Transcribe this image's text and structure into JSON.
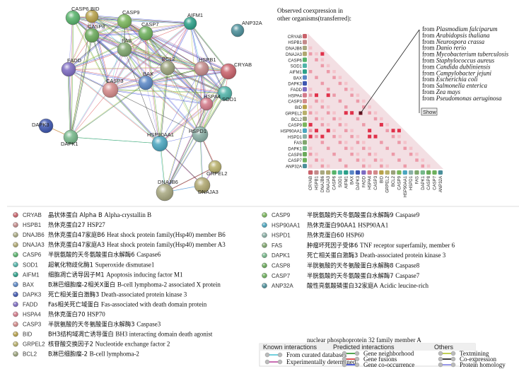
{
  "network": {
    "nodes": [
      {
        "id": "CASP6",
        "color": "#57b36a"
      },
      {
        "id": "BID",
        "color": "#b8a24a"
      },
      {
        "id": "CASP9",
        "color": "#7ab65b"
      },
      {
        "id": "AIFM1",
        "color": "#2aa088"
      },
      {
        "id": "CASP8",
        "color": "#6aaa5a"
      },
      {
        "id": "CASP7",
        "color": "#6db05c"
      },
      {
        "id": "FAS",
        "color": "#7fa66d"
      },
      {
        "id": "FADD",
        "color": "#7d6bc2"
      },
      {
        "id": "BCL2",
        "color": "#9aa27a"
      },
      {
        "id": "HSPB1",
        "color": "#c48a8a"
      },
      {
        "id": "CRYAB",
        "color": "#c9616a"
      },
      {
        "id": "CASP3",
        "color": "#d48a8a"
      },
      {
        "id": "BAX",
        "color": "#5a87c6"
      },
      {
        "id": "SOD1",
        "color": "#4fb3a8"
      },
      {
        "id": "ANP32A",
        "color": "#4b8f9a"
      },
      {
        "id": "DAPK3",
        "color": "#3d56b0"
      },
      {
        "id": "DAPK1",
        "color": "#76b88a"
      },
      {
        "id": "HSP90AA1",
        "color": "#4aa6c0"
      },
      {
        "id": "HSPD1",
        "color": "#8ab0a6"
      },
      {
        "id": "HSPA4",
        "color": "#d47a8a"
      },
      {
        "id": "GRPEL2",
        "color": "#b8b06a"
      },
      {
        "id": "DNAJB6",
        "color": "#a8a880"
      },
      {
        "id": "DNAJA3",
        "color": "#b0a870"
      }
    ]
  },
  "matrix": {
    "title_line1": "Observed coexpression in",
    "title_line2": "other organisms(transferred):",
    "labels": [
      "CRYAB",
      "HSPB1",
      "DNAJB6",
      "DNAJA3",
      "CASP6",
      "SOD1",
      "AIFM1",
      "BAX",
      "DAPK3",
      "FADD",
      "HSPA4",
      "CASP3",
      "BID",
      "GRPEL2",
      "BCL2",
      "CASP9",
      "HSP90AA1",
      "HSPD1",
      "FAS",
      "DAPK1",
      "CASP8",
      "CASP7",
      "ANP32A"
    ],
    "strong_cells": [
      [
        3,
        2
      ],
      [
        10,
        1
      ],
      [
        10,
        3
      ],
      [
        13,
        6
      ],
      [
        13,
        7
      ],
      [
        15,
        0
      ],
      [
        16,
        1
      ],
      [
        16,
        3
      ],
      [
        16,
        10
      ],
      [
        17,
        0
      ],
      [
        17,
        2
      ],
      [
        17,
        10
      ],
      [
        17,
        11
      ],
      [
        15,
        12
      ],
      [
        16,
        14
      ],
      [
        16,
        15
      ]
    ],
    "organisms": [
      {
        "prefix": "from ",
        "name": "Plasmodium falciparum"
      },
      {
        "prefix": "from ",
        "name": "Arabidopsis thaliana"
      },
      {
        "prefix": "from ",
        "name": "Neurospora crassa"
      },
      {
        "prefix": "from ",
        "name": "Danio rerio"
      },
      {
        "prefix": "from ",
        "name": "Mycobacterium tuberculosis"
      },
      {
        "prefix": "from ",
        "name": "Staphylococcus aureus"
      },
      {
        "prefix": "from ",
        "name": "Candida dubliniensis"
      },
      {
        "prefix": "from ",
        "name": "Campylobacter jejuni"
      },
      {
        "prefix": "from ",
        "name": "Escherichia coli"
      },
      {
        "prefix": "from ",
        "name": "Salmonella enterica"
      },
      {
        "prefix": "from ",
        "name": "Zea mays"
      },
      {
        "prefix": "from ",
        "name": "Pseudomonas aeruginosa"
      }
    ],
    "show_button": "Show"
  },
  "legend_left": [
    {
      "abbr": "CRYAB",
      "color": "#c9616a",
      "cn": "晶状体蛋白 Alpha B",
      "en": "Alpha-crystallin B"
    },
    {
      "abbr": "HSPB1",
      "color": "#c48a8a",
      "cn": "热休克蛋白27",
      "en": "HSP27"
    },
    {
      "abbr": "DNAJB6",
      "color": "#a8a880",
      "cn": "热休克蛋白47家庭B6",
      "en": "Heat shock protein family(Hsp40) member B6"
    },
    {
      "abbr": "DNAJA3",
      "color": "#b0a870",
      "cn": "热休克蛋白47家庭A3",
      "en": "Heat shock protein family(Hsp40) member A3"
    },
    {
      "abbr": "CASP6",
      "color": "#57b36a",
      "cn": "半胱氨酸的天冬氨酸蛋白水解酶6",
      "en": "Caspase6"
    },
    {
      "abbr": "SOD1",
      "color": "#4fb3a8",
      "cn": "超氧化物歧化酶1",
      "en": "Superoxide dismutase1"
    },
    {
      "abbr": "AIFM1",
      "color": "#2aa088",
      "cn": "细胞凋亡诱导因子M1",
      "en": "Apoptosis inducing factor M1"
    },
    {
      "abbr": "BAX",
      "color": "#5a87c6",
      "cn": "B淋巴细胞瘤-2相关X蛋白",
      "en": "B-cell lymphoma-2 associated X protein"
    },
    {
      "abbr": "DAPK3",
      "color": "#3d56b0",
      "cn": "死亡相关蛋白激酶3",
      "en": "Death-associated protein kinase 3"
    },
    {
      "abbr": "FADD",
      "color": "#7d6bc2",
      "cn": "Fas相关死亡域蛋白",
      "en": "Fas-associated with death domain protein"
    },
    {
      "abbr": "HSPA4",
      "color": "#d47a8a",
      "cn": "热休克蛋白70",
      "en": "HSP70"
    },
    {
      "abbr": "CASP3",
      "color": "#d48a8a",
      "cn": "半胱氨酸的天冬氨酸蛋白水解酶3",
      "en": "Caspase3"
    },
    {
      "abbr": "BID",
      "color": "#b8a24a",
      "cn": "BH3结构域凋亡诱导蛋白",
      "en": "BH3 interacting domain death agonist"
    },
    {
      "abbr": "GRPEL2",
      "color": "#b8b06a",
      "cn": "核苷酸交换因子2",
      "en": "Nucleotide exchange factor 2"
    },
    {
      "abbr": "BCL2",
      "color": "#9aa27a",
      "cn": "B淋巴细胞瘤-2",
      "en": "B-cell lymphoma-2"
    }
  ],
  "legend_right": [
    {
      "abbr": "CASP9",
      "color": "#7ab65b",
      "cn": "半胱氨酸的天冬氨酸蛋白水解酶9",
      "en": "Caspase9"
    },
    {
      "abbr": "HSP90AA1",
      "color": "#4aa6c0",
      "cn": "热休克蛋白90AA1",
      "en": "HSP90AA1"
    },
    {
      "abbr": "HSPD1",
      "color": "#8ab0a6",
      "cn": "热休克蛋白60",
      "en": "HSP60"
    },
    {
      "abbr": "FAS",
      "color": "#7fa66d",
      "cn": "肿瘤坏死因子受体6",
      "en": "TNF receptor superfamily, member 6"
    },
    {
      "abbr": "DAPK1",
      "color": "#76b88a",
      "cn": "死亡相关蛋白激酶3",
      "en": "Death-associated protein kinase 3"
    },
    {
      "abbr": "CASP8",
      "color": "#6aaa5a",
      "cn": "半胱氨酸的天冬氨酸蛋白水解酶8",
      "en": "Caspase8"
    },
    {
      "abbr": "CASP7",
      "color": "#6db05c",
      "cn": "半胱氨酸的天冬氨酸蛋白水解酶7",
      "en": "Caspase7"
    },
    {
      "abbr": "ANP32A",
      "color": "#4b8f9a",
      "cn": "酸性亮氨酸磷蛋白32家庭A",
      "en": "Acidic leucine-rich"
    }
  ],
  "legend_right_extra": "nuclear phosphoprotein 32 family member A",
  "interactions": {
    "known_title": "Known interactions",
    "known": [
      {
        "label": "From curated databases",
        "color": "#5ec9d9"
      },
      {
        "label": "Experimentally determined",
        "color": "#c05aa8"
      }
    ],
    "predicted_title": "Predicted interactions",
    "predicted": [
      {
        "label": "Gene neighborhood",
        "color": "#3a9a3a"
      },
      {
        "label": "Gene fusions",
        "color": "#d83a3a"
      },
      {
        "label": "Gene co-occurrence",
        "color": "#3a4ad8"
      }
    ],
    "others_title": "Others",
    "others": [
      {
        "label": "Textmining",
        "color": "#b8c83a"
      },
      {
        "label": "Co-expression",
        "color": "#222222"
      },
      {
        "label": "Protein homology",
        "color": "#8a8ae8"
      }
    ]
  }
}
